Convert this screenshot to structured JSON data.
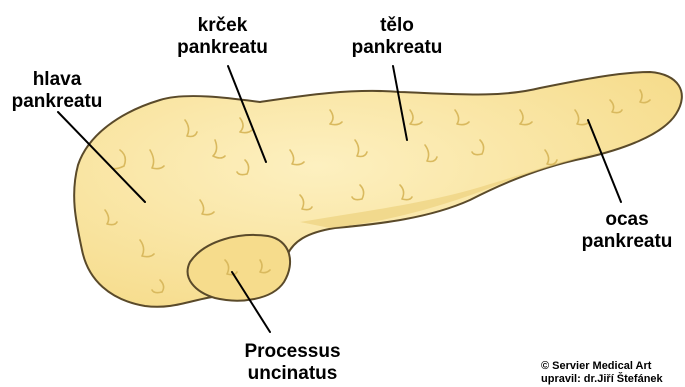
{
  "labels": {
    "head": {
      "line1": "hlava",
      "line2": "pankreatu"
    },
    "neck": {
      "line1": "krček",
      "line2": "pankreatu"
    },
    "body": {
      "line1": "tělo",
      "line2": "pankreatu"
    },
    "tail": {
      "line1": "ocas",
      "line2": "pankreatu"
    },
    "uncinate": {
      "line1": "Processus",
      "line2": "uncinatus"
    }
  },
  "credits": {
    "line1": "© Servier Medical Art",
    "line2": "upravil: dr.Jiří Štefánek"
  },
  "colors": {
    "organ_fill": "#fbe8a6",
    "organ_shadow": "#ecd27f",
    "organ_outline": "#5a4a2a",
    "lobule_line": "#e0c26c",
    "leader_line": "#000000"
  }
}
